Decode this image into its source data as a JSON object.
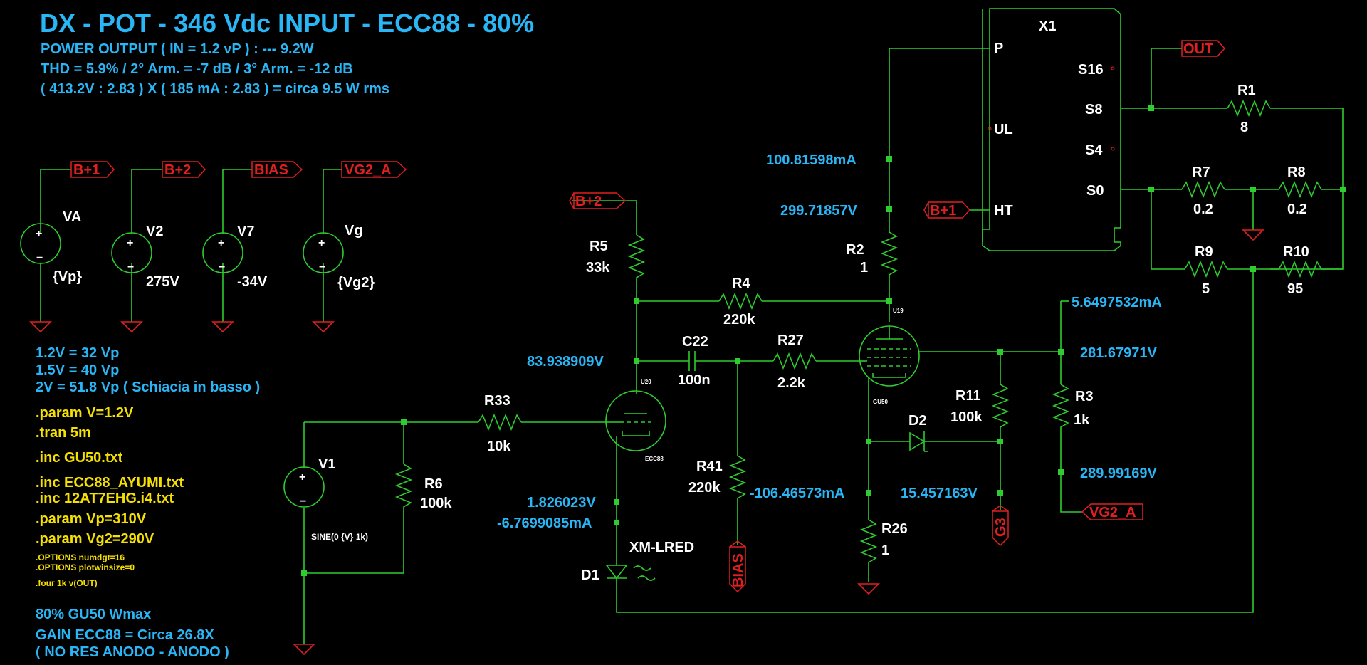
{
  "title": "DX - POT - 346 Vdc INPUT - ECC88 - 80%",
  "info_lines": [
    "POWER OUTPUT ( IN = 1.2 vP )  : --- 9.2W",
    "THD = 5.9% / 2° Arm. = -7 dB / 3° Arm. = -12 dB",
    "( 413.2V : 2.83 ) X ( 185 mA : 2.83 ) = circa 9.5 W rms"
  ],
  "input_notes": [
    "1.2V = 32 Vp",
    "1.5V = 40 Vp",
    "2V    = 51.8 Vp   ( Schiacia in basso )"
  ],
  "spice_cmds": [
    ".param V=1.2V",
    ".tran 5m",
    ".inc GU50.txt",
    ".inc ECC88_AYUMI.txt",
    ".inc 12AT7EHG.i4.txt",
    ".param Vp=310V",
    ".param Vg2=290V"
  ],
  "options_cmds": [
    ".OPTIONS numdgt=16",
    ".OPTIONS plotwinsize=0",
    ".four 1k v(OUT)"
  ],
  "footer_notes": [
    "80% GU50 Wmax",
    "GAIN ECC88 = Circa 26.8X",
    "( NO RES ANODO - ANODO )"
  ],
  "sources": [
    {
      "name": "VA",
      "value": "{Vp}",
      "net": "B+1"
    },
    {
      "name": "V2",
      "value": "275V",
      "net": "B+2"
    },
    {
      "name": "V7",
      "value": "-34V",
      "net": "BIAS"
    },
    {
      "name": "Vg",
      "value": "{Vg2}",
      "net": "VG2_A"
    }
  ],
  "v1": {
    "name": "V1",
    "value": "SINE(0 {V} 1k)"
  },
  "components": {
    "R1": {
      "name": "R1",
      "value": "8"
    },
    "R2": {
      "name": "R2",
      "value": "1"
    },
    "R3": {
      "name": "R3",
      "value": "1k"
    },
    "R4": {
      "name": "R4",
      "value": "220k"
    },
    "R5": {
      "name": "R5",
      "value": "33k"
    },
    "R6": {
      "name": "R6",
      "value": "100k"
    },
    "R7": {
      "name": "R7",
      "value": "0.2"
    },
    "R8": {
      "name": "R8",
      "value": "0.2"
    },
    "R9": {
      "name": "R9",
      "value": "5"
    },
    "R10": {
      "name": "R10",
      "value": "95"
    },
    "R11": {
      "name": "R11",
      "value": "100k"
    },
    "R26": {
      "name": "R26",
      "value": "1"
    },
    "R27": {
      "name": "R27",
      "value": "2.2k"
    },
    "R33": {
      "name": "R33",
      "value": "10k"
    },
    "R41": {
      "name": "R41",
      "value": "220k"
    },
    "C22": {
      "name": "C22",
      "value": "100n"
    },
    "D1": {
      "name": "D1",
      "value": "XM-LRED"
    },
    "D2": {
      "name": "D2"
    }
  },
  "tubes": {
    "U20": {
      "ref": "U20",
      "model": "ECC88"
    },
    "U19": {
      "ref": "U19",
      "model": "GU50"
    }
  },
  "transformer": {
    "name": "X1",
    "pins": {
      "P": "P",
      "UL": "UL",
      "HT": "HT",
      "S16": "S16",
      "S8": "S8",
      "S4": "S4",
      "S0": "S0"
    }
  },
  "nets": {
    "b1": "B+1",
    "b2": "B+2",
    "bias": "BIAS",
    "vg2a": "VG2_A",
    "out": "OUT",
    "g3": "G3"
  },
  "measurements": {
    "i_anode": "100.81598mA",
    "v_anode": "299.71857V",
    "v_ecc_anode": "83.938909V",
    "i_g2": "5.6497532mA",
    "v_g2": "281.67971V",
    "v_g2_supply": "289.99169V",
    "v_cath_ecc": "1.826023V",
    "i_cath_ecc": "-6.7699085mA",
    "i_cath_gu": "-106.46573mA",
    "v_g3": "15.457163V"
  },
  "colors": {
    "wire": "#2ecc2e",
    "text_info": "#29b6f6",
    "text_cmd": "#f5e000",
    "net_flag": "#e02020",
    "label": "#ffffff",
    "background": "#000000"
  }
}
